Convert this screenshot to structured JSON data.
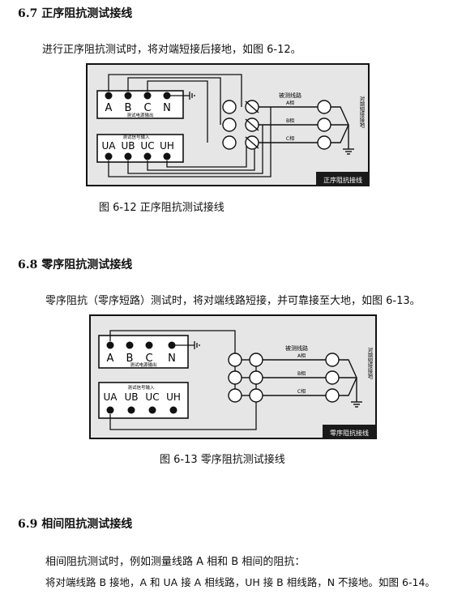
{
  "s67": {
    "heading": "6.7 正序阻抗测试接线",
    "para": "进行正序阻抗测试时，将对端短接后接地，如图 6-12。",
    "caption": "图 6-12  正序阻抗测试接线",
    "fig": {
      "top_terms": [
        "A",
        "B",
        "C",
        "N"
      ],
      "top_box_label": "测试电源输出",
      "bot_box_label": "测试信号输入",
      "bot_terms": [
        "UA",
        "UB",
        "UC",
        "UH"
      ],
      "line_label": "被测线路",
      "phase_a": "A相",
      "phase_b": "B相",
      "phase_c": "C相",
      "far_end": "对端短接接地",
      "badge": "正序阻抗接线"
    }
  },
  "s68": {
    "heading": "6.8 零序阻抗测试接线",
    "para": "零序阻抗（零序短路）测试时，将对端线路短接，并可靠接至大地，如图 6-13。",
    "caption": "图 6-13  零序阻抗测试接线",
    "fig": {
      "top_terms": [
        "A",
        "B",
        "C",
        "N"
      ],
      "top_box_label": "测试电源输出",
      "bot_box_label": "测试信号输入",
      "bot_terms": [
        "UA",
        "UB",
        "UC",
        "UH"
      ],
      "line_label": "被测线路",
      "phase_a": "A相",
      "phase_b": "B相",
      "phase_c": "C相",
      "far_end": "对端短接接地",
      "badge": "零序阻抗接线"
    }
  },
  "s69": {
    "heading": "6.9 相间阻抗测试接线",
    "para1": "相间阻抗测试时，例如测量线路 A 相和 B 相间的阻抗：",
    "para2": "将对端线路 B 接地，A 和 UA 接 A 相线路，UH 接 B 相线路，N 不接地。如图 6-14。"
  }
}
